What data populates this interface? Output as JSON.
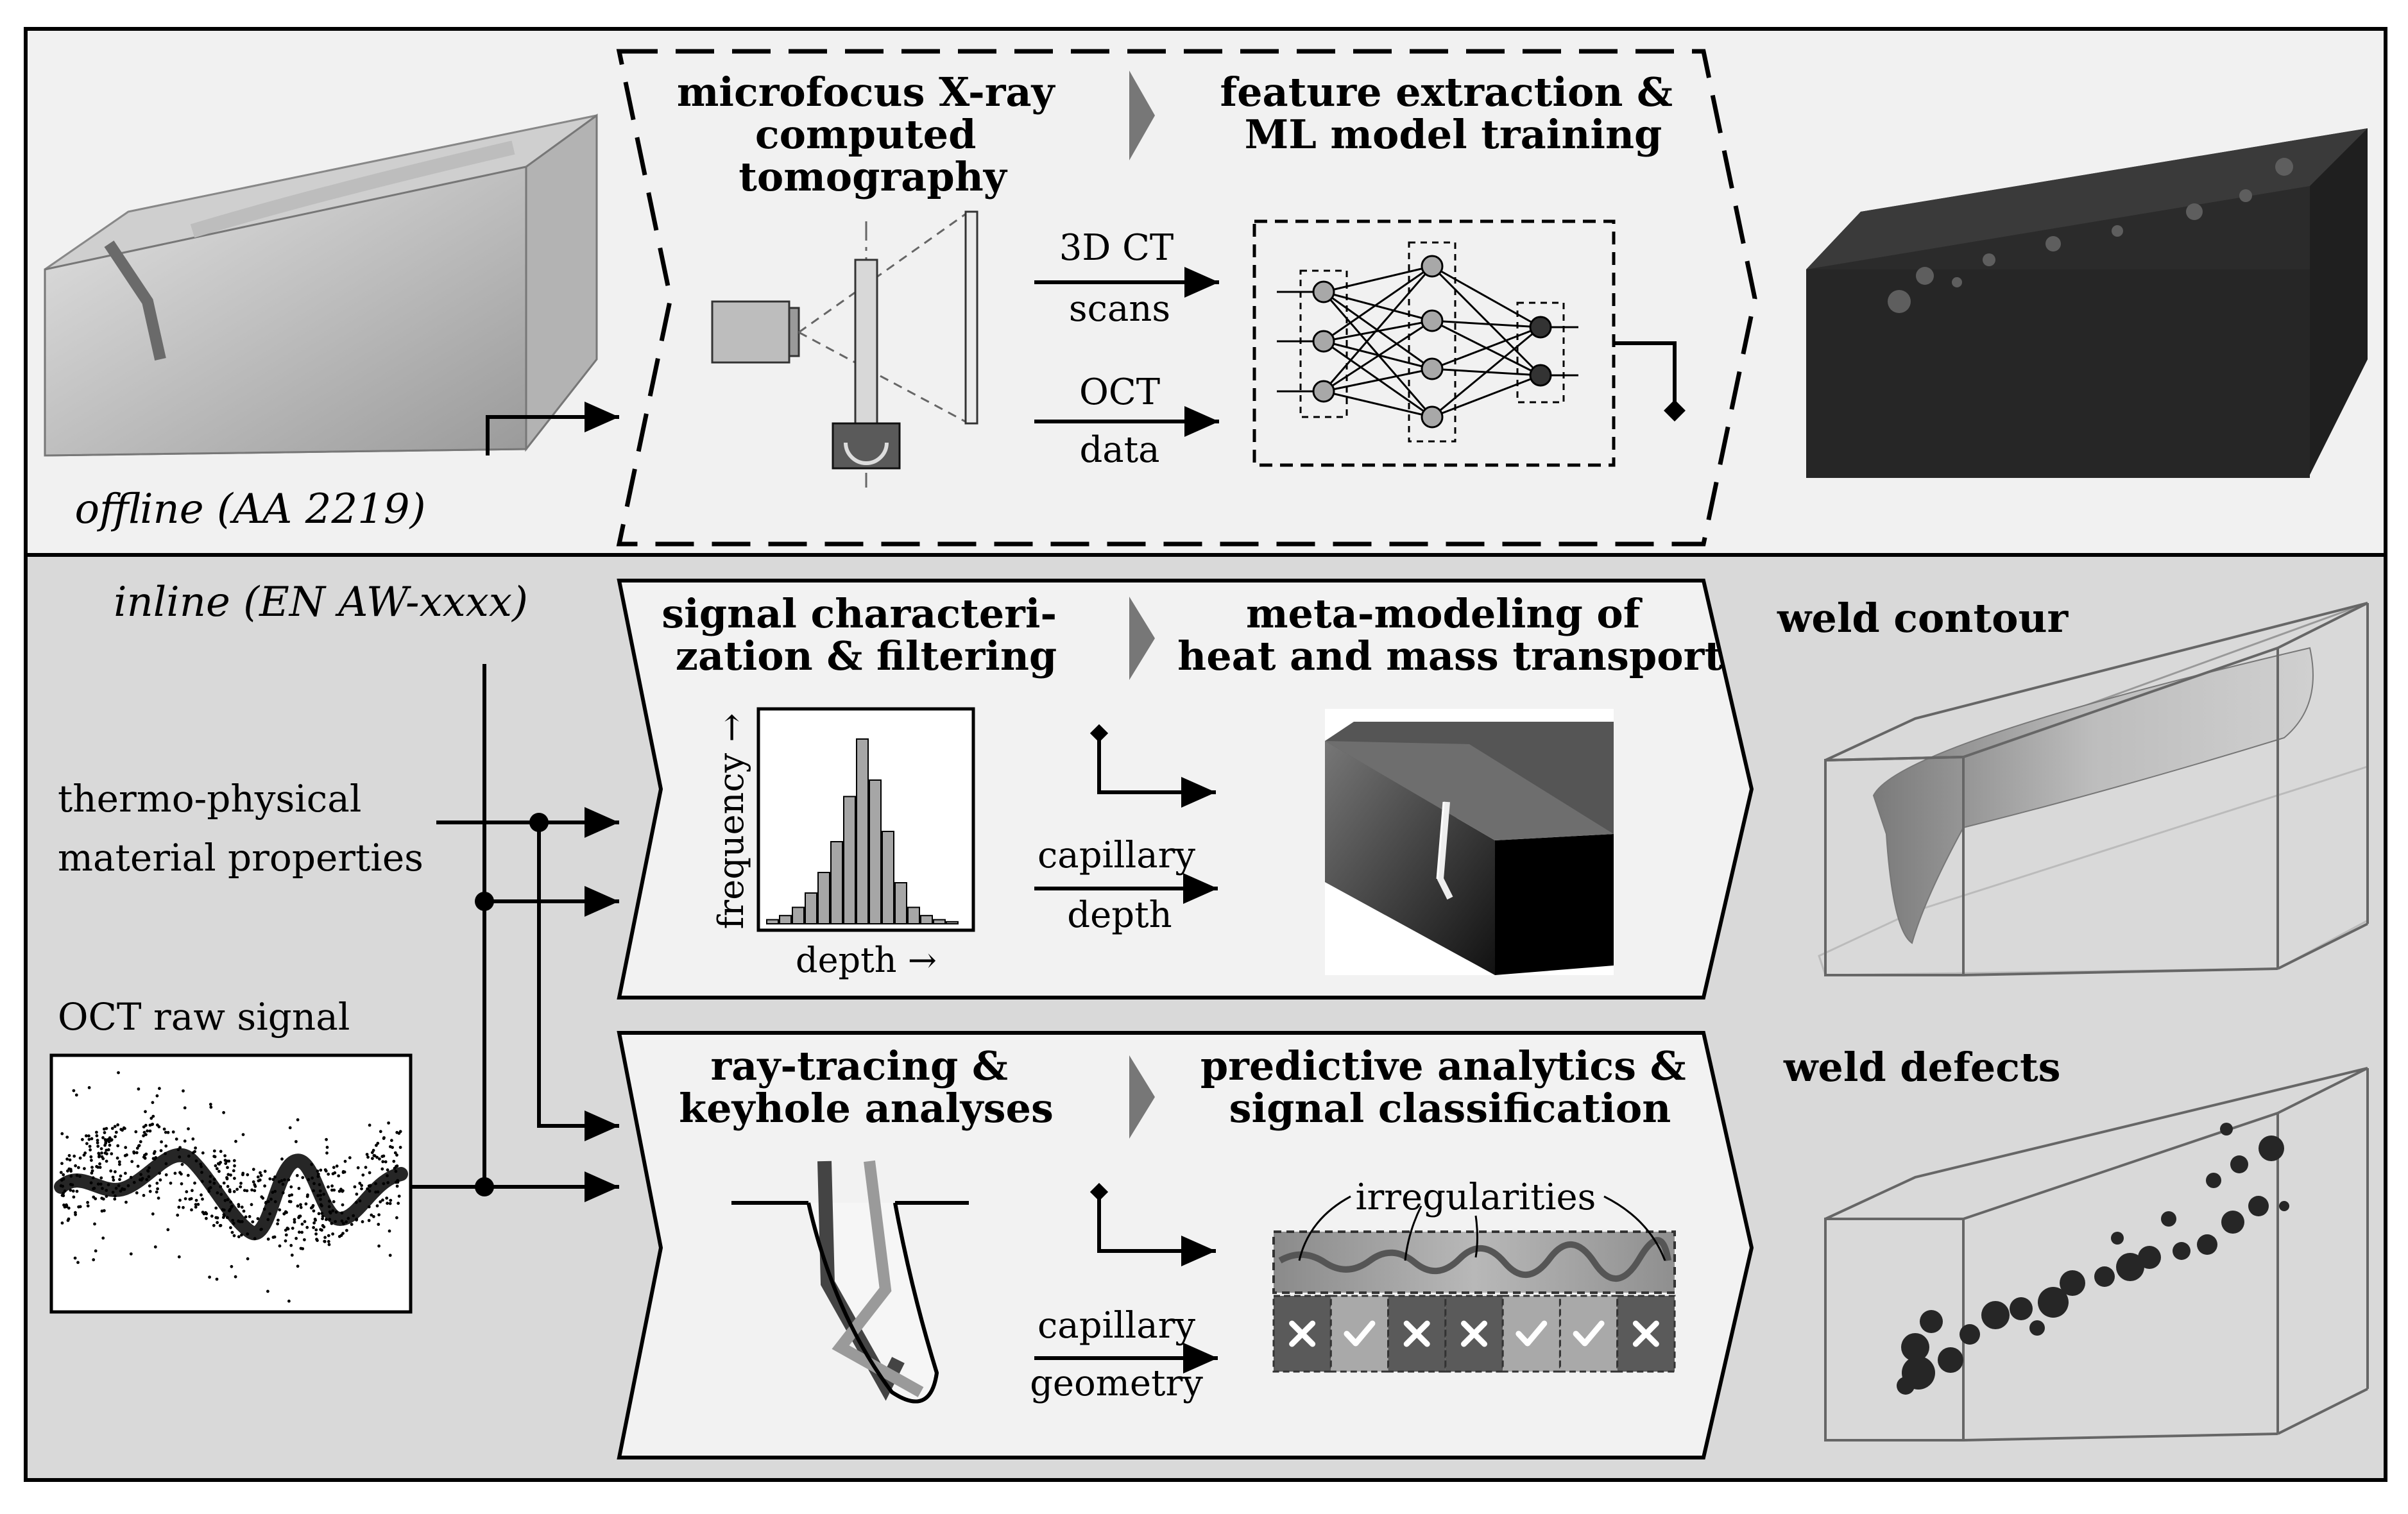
{
  "offline": {
    "label": "offline (AA 2219)",
    "stage1_title": [
      "microfocus X-ray",
      "computed",
      "tomography"
    ],
    "stage2_title": [
      "feature extraction &",
      "ML model training"
    ],
    "arrow_ct": [
      "3D CT",
      "scans"
    ],
    "arrow_oct": [
      "OCT",
      "data"
    ]
  },
  "inline": {
    "label": "inline (EN AW-xxxx)",
    "input_material": [
      "thermo-physical",
      "material properties"
    ],
    "input_oct": "OCT raw signal",
    "row1": {
      "stage1_title": [
        "signal characteri-",
        "zation & filtering"
      ],
      "stage2_title": [
        "meta-modeling of",
        "heat and mass transport"
      ],
      "histogram_ylabel": "frequency →",
      "histogram_xlabel": "depth →",
      "arrow": [
        "capillary",
        "depth"
      ],
      "output": "weld contour"
    },
    "row2": {
      "stage1_title": [
        "ray-tracing &",
        "keyhole analyses"
      ],
      "stage2_title": [
        "predictive analytics &",
        "signal classification"
      ],
      "irregularities": "irregularities",
      "arrow": [
        "capillary",
        "geometry"
      ],
      "classes": [
        "x",
        "check",
        "x",
        "x",
        "check",
        "check",
        "x"
      ],
      "output": "weld defects"
    }
  },
  "colors": {
    "offline_bg": "#f1f1f1",
    "inline_bg": "#d9d9d9",
    "stage_bg": "#f2f2f2",
    "dark_block": "#262626",
    "line": "#000000"
  }
}
